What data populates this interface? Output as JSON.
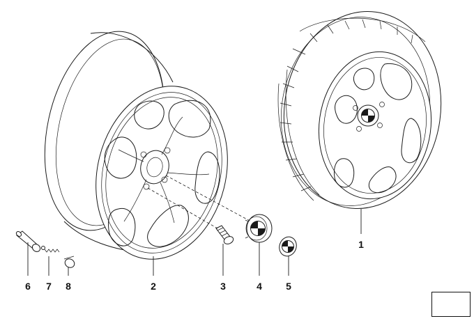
{
  "diagram": {
    "callouts": [
      {
        "id": "1",
        "label": "1"
      },
      {
        "id": "2",
        "label": "2"
      },
      {
        "id": "3",
        "label": "3"
      },
      {
        "id": "4",
        "label": "4"
      },
      {
        "id": "5",
        "label": "5"
      },
      {
        "id": "6",
        "label": "6"
      },
      {
        "id": "7",
        "label": "7"
      },
      {
        "id": "8",
        "label": "8"
      }
    ]
  },
  "navigation": {
    "icon": "arrow-next-icon"
  },
  "colors": {
    "line": "#1a1a1a",
    "background": "#ffffff"
  }
}
